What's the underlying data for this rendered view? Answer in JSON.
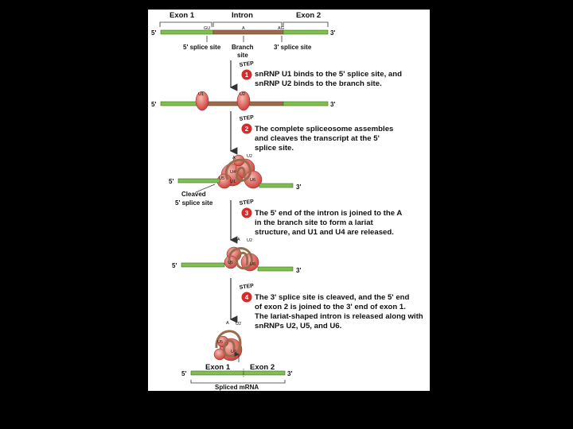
{
  "top_labels": {
    "exon1": "Exon 1",
    "intron": "Intron",
    "exon2": "Exon 2"
  },
  "ends": {
    "five": "5'",
    "three": "3'"
  },
  "site_marks": {
    "gu": "GU",
    "a": "A",
    "ag": "AG"
  },
  "site_labels": {
    "five_splice": "5' splice site",
    "branch_line1": "Branch",
    "branch_line2": "site",
    "three_splice": "3' splice site"
  },
  "step_word": "STEP",
  "steps": [
    {
      "number": "1",
      "lines": [
        "snRNP U1 binds to the 5' splice site, and",
        "snRNP U2 binds to the branch site."
      ]
    },
    {
      "number": "2",
      "lines": [
        "The complete spliceosome assembles",
        "and cleaves the transcript at the 5'",
        "splice site."
      ]
    },
    {
      "number": "3",
      "lines": [
        "The 5' end of the intron is joined to the A",
        "in the branch site to form a lariat",
        "structure, and U1 and U4 are released."
      ]
    },
    {
      "number": "4",
      "lines": [
        "The 3' splice site is cleaved, and the 5' end",
        "of exon 2 is joined to the 3' end of exon 1.",
        "The lariat-shaped intron is released along with",
        "snRNPs U2, U5, and U6."
      ]
    }
  ],
  "snrnp": {
    "u1": "U1",
    "u2": "U2",
    "u4": "U4",
    "u5": "U5",
    "u6": "U6"
  },
  "cleaved_label": {
    "line1": "Cleaved",
    "line2": "5' splice site"
  },
  "bottom": {
    "exon1": "Exon 1",
    "exon2": "Exon 2",
    "caption": "Spliced mRNA"
  },
  "colors": {
    "exon": "#7fbf4d",
    "intron": "#9b6b4b",
    "snrnp": "#d9534f",
    "snrnp_light": "#f2a8a0",
    "step_circle": "#d62b2b",
    "arrow": "#333333"
  }
}
